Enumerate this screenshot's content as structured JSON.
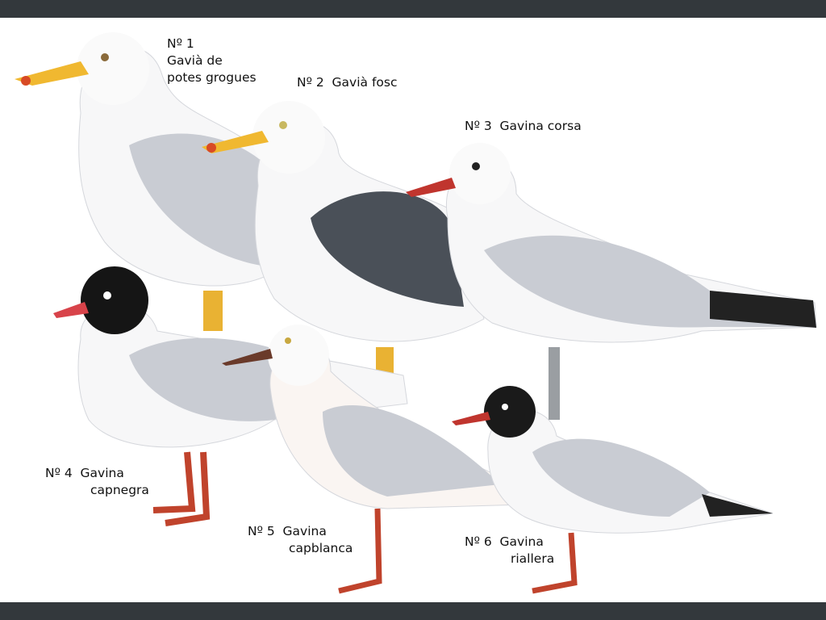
{
  "birds": [
    {
      "number": "Nº 1",
      "name_line1": "Gavià de",
      "name_line2": "potes grogues"
    },
    {
      "number": "Nº 2",
      "name": "Gavià fosc"
    },
    {
      "number": "Nº 3",
      "name": "Gavina corsa"
    },
    {
      "number": "Nº 4",
      "name_line1": "Gavina",
      "name_line2": "capnegra"
    },
    {
      "number": "Nº 5",
      "name_line1": "Gavina",
      "name_line2": "capblanca"
    },
    {
      "number": "Nº 6",
      "name_line1": "Gavina",
      "name_line2": "riallera"
    }
  ],
  "colors": {
    "bar": "#33383c",
    "background": "#ffffff",
    "wing_light": "#c9ccd3",
    "wing_dark": "#4a5058",
    "bill_yellow": "#f0b830",
    "leg_red": "#c0432c"
  }
}
